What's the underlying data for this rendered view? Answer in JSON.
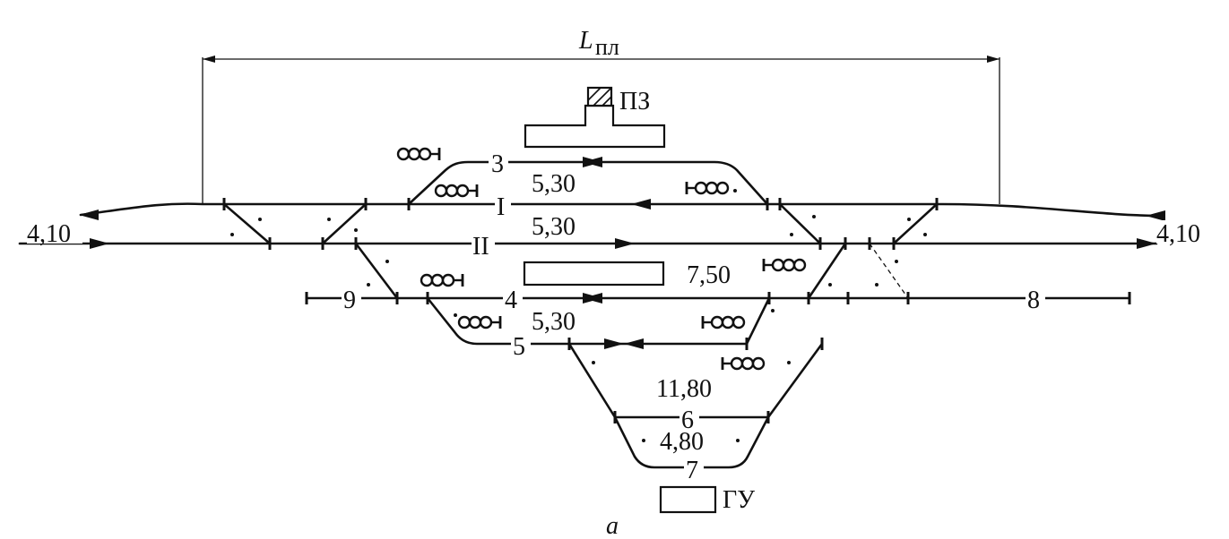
{
  "dimension_label": "L",
  "dimension_sub": "пл",
  "buildings": {
    "passenger": "ПЗ",
    "cargo": "ГУ"
  },
  "tracks": {
    "main_1": "I",
    "main_2": "II",
    "t3": "3",
    "t4": "4",
    "t5": "5",
    "t6": "6",
    "t7": "7",
    "t8": "8",
    "t9": "9"
  },
  "distances": {
    "left_end": "4,10",
    "right_end": "4,10",
    "between_3_I": "5,30",
    "between_I_II": "5,30",
    "between_II_4": "7,50",
    "between_4_5": "5,30",
    "between_5_6": "11,80",
    "between_6_7": "4,80"
  },
  "figure_caption": "а"
}
